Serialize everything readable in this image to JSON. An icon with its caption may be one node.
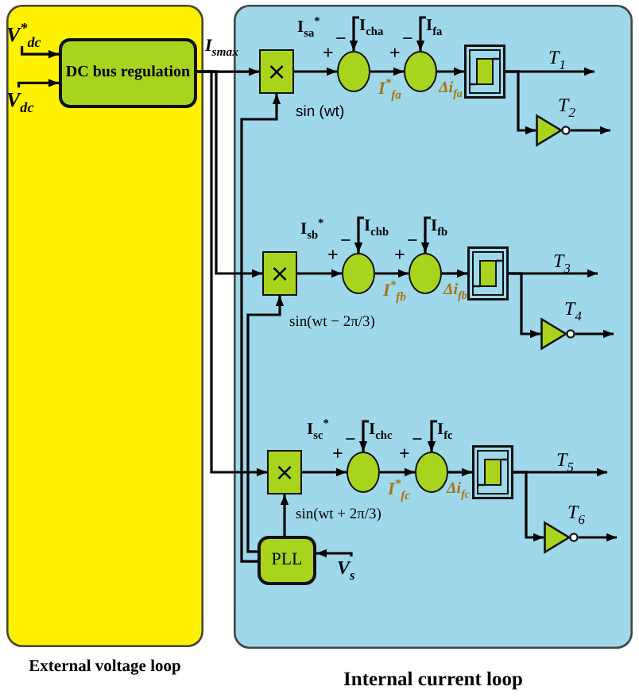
{
  "diagram": {
    "nodes": [
      {
        "text": [
          "External voltage loop"
        ]
      },
      {
        "text": [
          "V$^{*}$$_{dc}$"
        ],
        "in": 0
      },
      {
        "text": [
          "V$_{dc}$"
        ],
        "in": 0
      },
      {
        "text": [
          "DC bus regulation"
        ],
        "in": 0
      },
      {
        "text": [
          "Internal current loop"
        ]
      },
      {
        "text": [
          "×"
        ],
        "in": 4
      },
      {
        "text": [
          "I$_{cha}$"
        ],
        "in": 4
      },
      {
        "text": [],
        "shape": "circle",
        "in": 4
      },
      {
        "text": [
          "I$_{fa}$"
        ],
        "in": 4
      },
      {
        "text": [],
        "shape": "circle",
        "in": 4
      },
      {
        "text": [],
        "shape": "box",
        "in": 4
      },
      {
        "text": [],
        "shape": "triangle",
        "in": 4
      },
      {
        "text": [
          "×"
        ],
        "in": 4
      },
      {
        "text": [
          "I$_{chb}$"
        ],
        "in": 4
      },
      {
        "text": [],
        "shape": "circle",
        "in": 4
      },
      {
        "text": [
          "I$_{fb}$"
        ],
        "in": 4
      },
      {
        "text": [],
        "shape": "circle",
        "in": 4
      },
      {
        "text": [],
        "shape": "box",
        "in": 4
      },
      {
        "text": [],
        "shape": "triangle",
        "in": 4
      },
      {
        "text": [
          "×"
        ],
        "in": 4
      },
      {
        "text": [
          "I$_{chc}$"
        ],
        "in": 4
      },
      {
        "text": [],
        "shape": "circle",
        "in": 4
      },
      {
        "text": [
          "I$_{fc}$"
        ],
        "in": 4
      },
      {
        "text": [],
        "shape": "circle",
        "in": 4
      },
      {
        "text": [],
        "shape": "box",
        "in": 4
      },
      {
        "text": [],
        "shape": "triangle",
        "in": 4
      },
      {
        "text": [
          "PLL"
        ],
        "in": 4
      },
      {
        "text": [
          "V$_{s}$"
        ],
        "in": 4
      }
    ],
    "edges": [
      {
        "from": 1,
        "to": 3,
        "arrow": "to"
      },
      {
        "from": 2,
        "to": 3,
        "arrow": "to"
      },
      {
        "from": 3,
        "to": 5,
        "arrow": "to",
        "label": "I$_{smax}$"
      },
      {
        "from": 3,
        "to": 12,
        "arrow": "to"
      },
      {
        "from": 3,
        "to": 19,
        "arrow": "to"
      },
      {
        "from": 5,
        "to": 7,
        "arrow": "to",
        "label": "I$_{sa}$$^{*}$"
      },
      {
        "from": 6,
        "to": 7,
        "arrow": "to"
      },
      {
        "from": 7,
        "to": 9,
        "arrow": "to",
        "label": "I$^{*}$$_{fa}$"
      },
      {
        "from": 8,
        "to": 9,
        "arrow": "to"
      },
      {
        "from": 9,
        "to": 10,
        "arrow": "to",
        "label": "Δi$_{fa}$"
      },
      {
        "from": 10,
        "to": null,
        "arrow": "to",
        "label": "T$_{1}$"
      },
      {
        "from": 10,
        "to": 11,
        "arrow": "to"
      },
      {
        "from": 11,
        "to": null,
        "arrow": "to",
        "label": "T$_{2}$"
      },
      {
        "from": 12,
        "to": 14,
        "arrow": "to",
        "label": "I$_{sb}$$^{*}$"
      },
      {
        "from": 13,
        "to": 14,
        "arrow": "to"
      },
      {
        "from": 14,
        "to": 16,
        "arrow": "to",
        "label": "I$^{*}$$_{fb}$"
      },
      {
        "from": 15,
        "to": 16,
        "arrow": "to"
      },
      {
        "from": 16,
        "to": 17,
        "arrow": "to",
        "label": "Δi$_{fb}$"
      },
      {
        "from": 17,
        "to": null,
        "arrow": "to",
        "label": "T$_{3}$"
      },
      {
        "from": 17,
        "to": 18,
        "arrow": "to"
      },
      {
        "from": 18,
        "to": null,
        "arrow": "to",
        "label": "T$_{4}$"
      },
      {
        "from": 19,
        "to": 21,
        "arrow": "to",
        "label": "I$_{sc}$$^{*}$"
      },
      {
        "from": 20,
        "to": 21,
        "arrow": "to"
      },
      {
        "from": 21,
        "to": 23,
        "arrow": "to",
        "label": "I$^{*}$$_{fc}$"
      },
      {
        "from": 22,
        "to": 23,
        "arrow": "to"
      },
      {
        "from": 23,
        "to": 24,
        "arrow": "to",
        "label": "Δi$_{fc}$"
      },
      {
        "from": 24,
        "to": null,
        "arrow": "to",
        "label": "T$_{5}$"
      },
      {
        "from": 24,
        "to": 25,
        "arrow": "to"
      },
      {
        "from": 25,
        "to": null,
        "arrow": "to",
        "label": "T$_{6}$"
      },
      {
        "from": 26,
        "to": 5,
        "arrow": "to",
        "label": "sin (wt)"
      },
      {
        "from": 26,
        "to": 12,
        "arrow": "to",
        "label": "sin(wt − 2π/3)"
      },
      {
        "from": 26,
        "to": 19,
        "arrow": "to",
        "label": "sin(wt + 2π/3)"
      },
      {
        "from": 27,
        "to": 26,
        "arrow": "to"
      }
    ],
    "labels": [
      "+",
      "−",
      "+",
      "−",
      "+",
      "−",
      "+",
      "−",
      "+",
      "−",
      "+",
      "−"
    ]
  }
}
